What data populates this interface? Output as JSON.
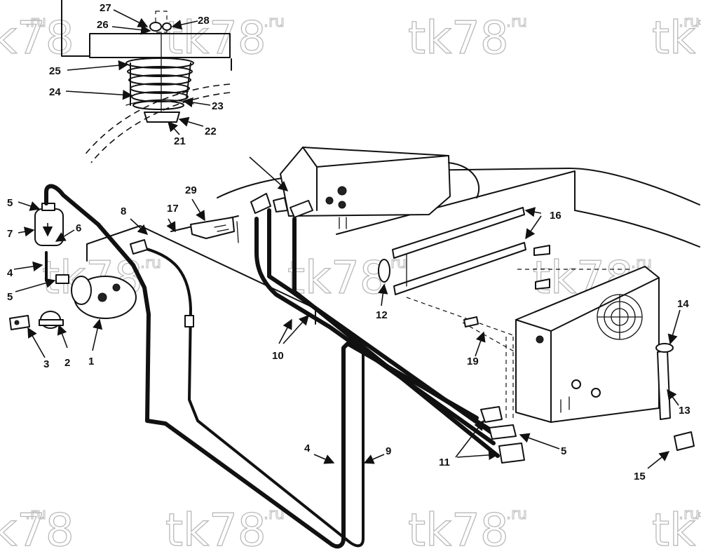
{
  "watermark": {
    "brand": "tk78",
    "suffix": ".ru"
  },
  "callouts": {
    "c1": "1",
    "c2": "2",
    "c3": "3",
    "c4a": "4",
    "c4b": "4",
    "c5a": "5",
    "c5b": "5",
    "c5c": "5",
    "c6": "6",
    "c7": "7",
    "c8": "8",
    "c9": "9",
    "c10": "10",
    "c11": "11",
    "c12": "12",
    "c13": "13",
    "c14": "14",
    "c15": "15",
    "c16": "16",
    "c17": "17",
    "c19": "19",
    "c21": "21",
    "c22": "22",
    "c23": "23",
    "c24": "24",
    "c25": "25",
    "c26": "26",
    "c27": "27",
    "c28": "28",
    "c29": "29"
  }
}
